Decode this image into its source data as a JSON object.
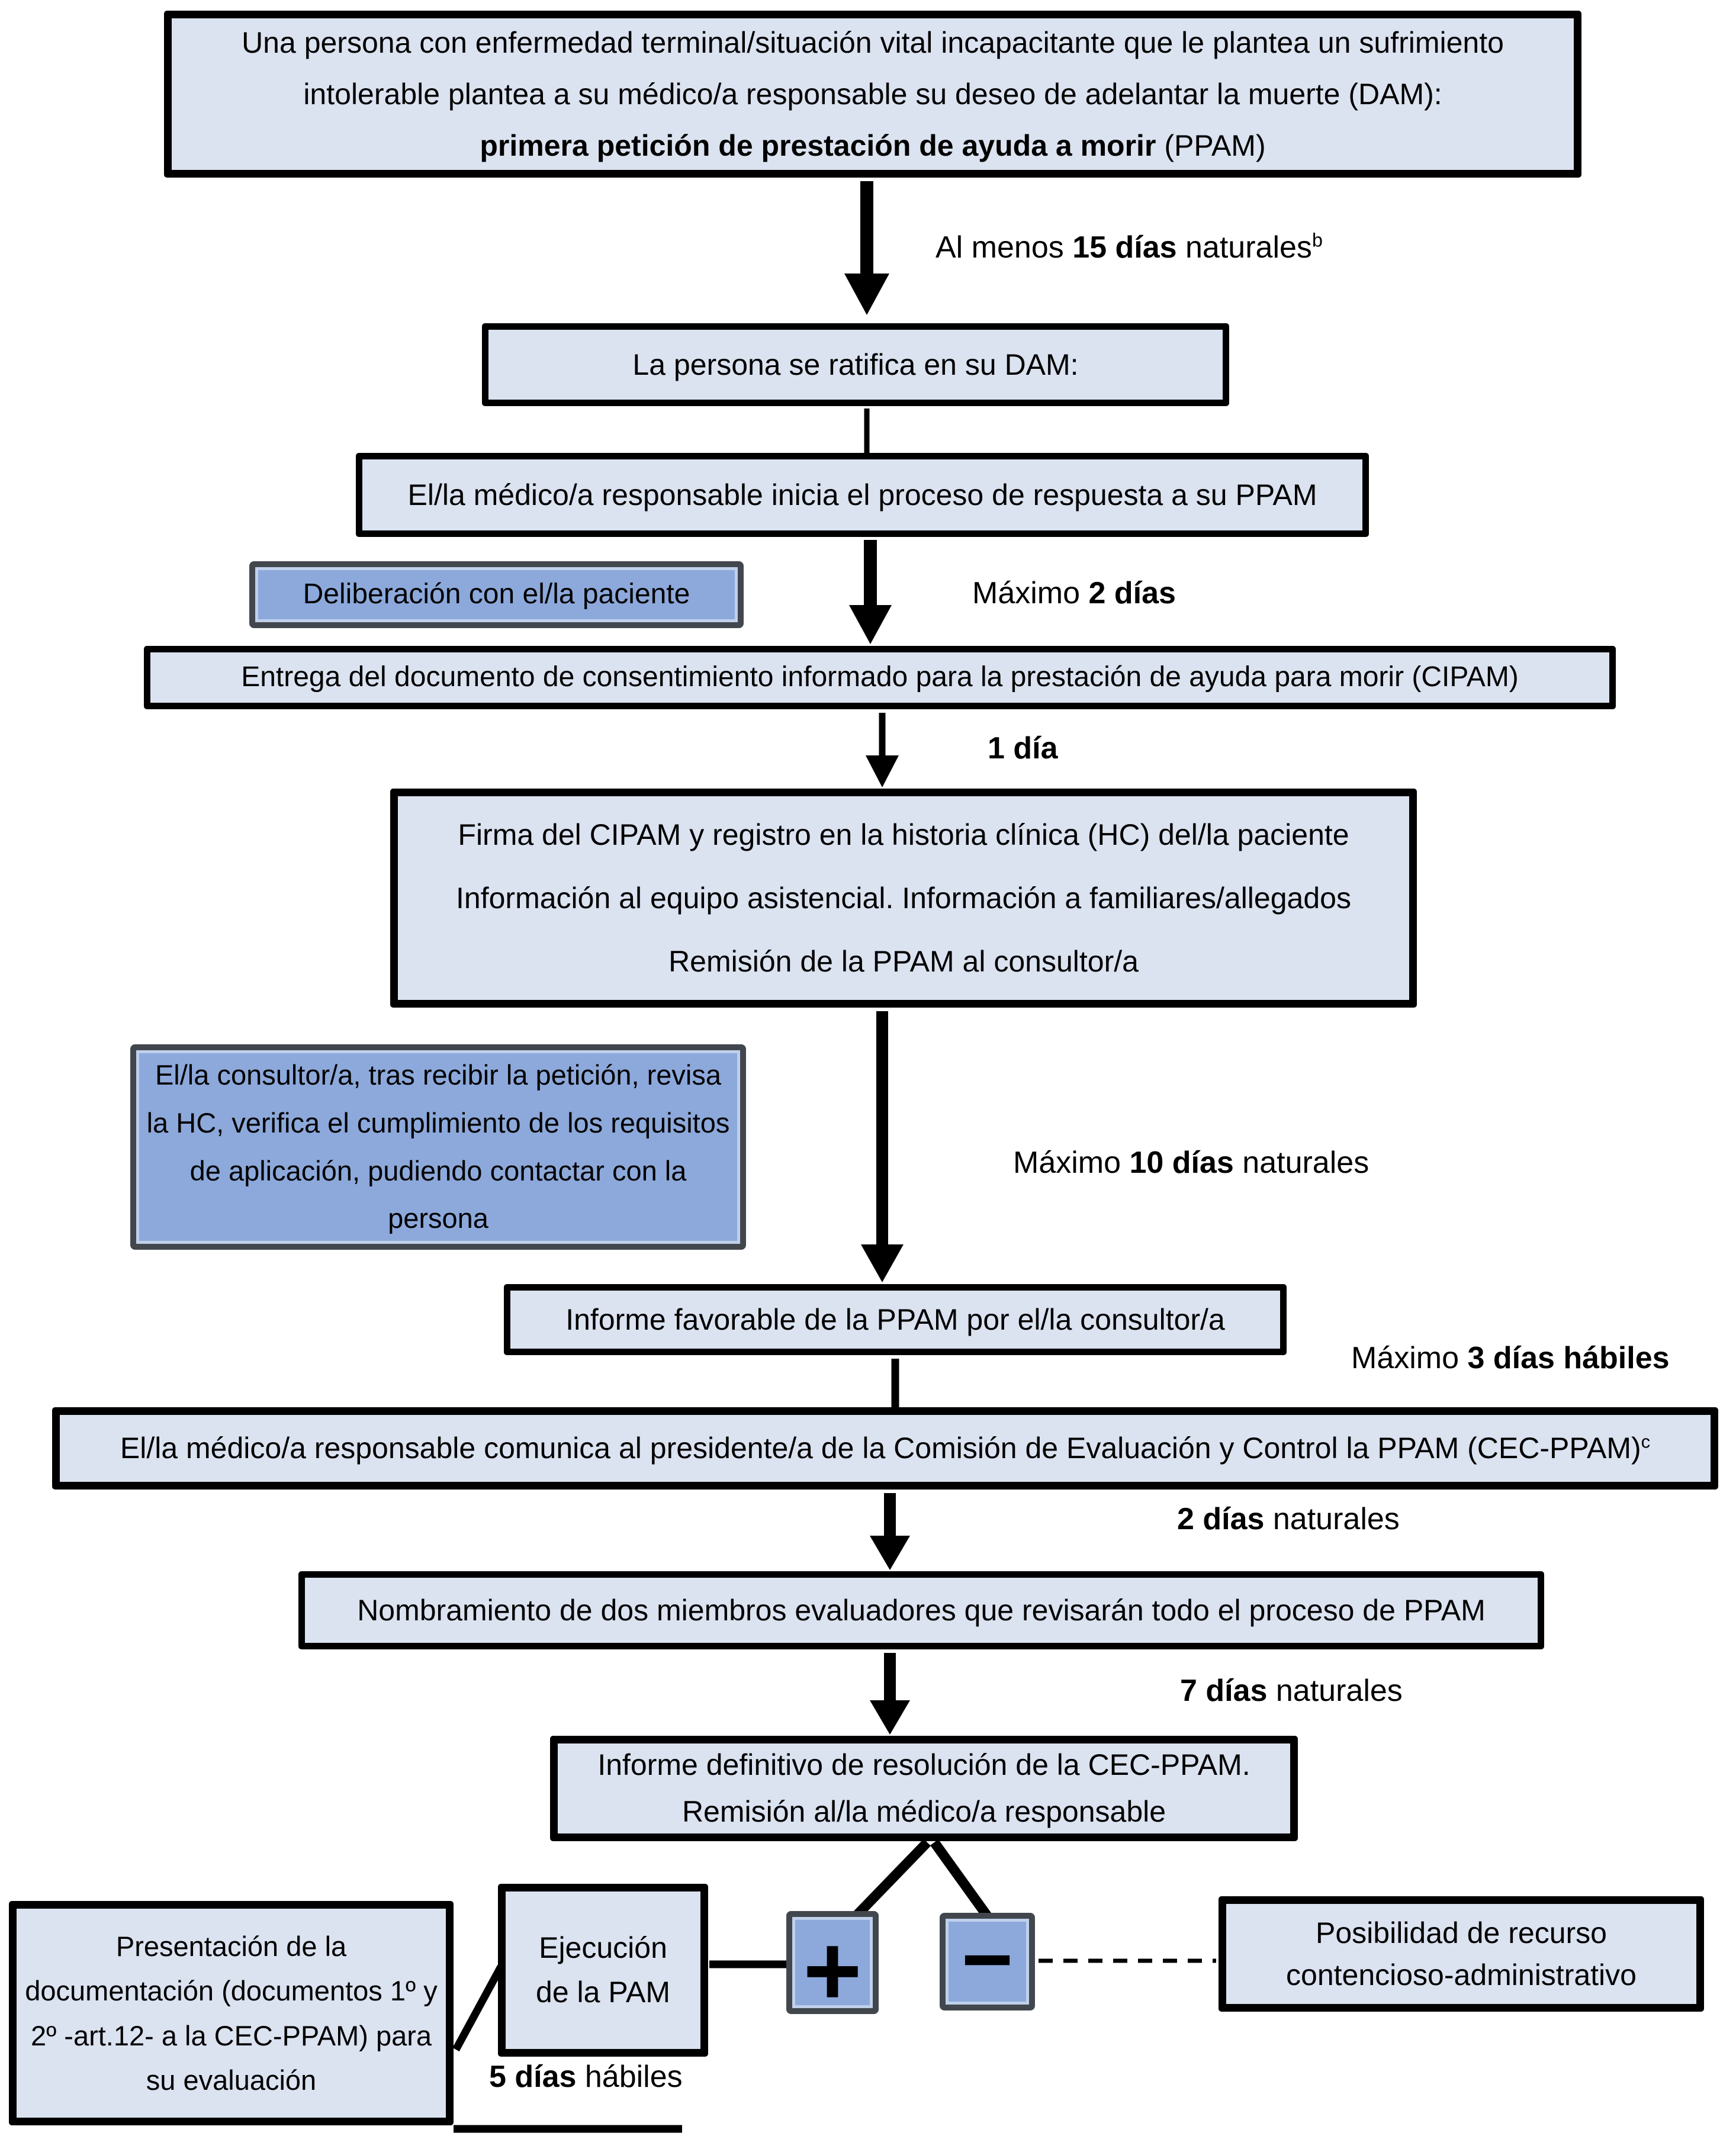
{
  "colors": {
    "box_fill_light": "#dbe2f0",
    "box_fill_dark": "#8da9db",
    "box_border_light": "#000000",
    "box_border_dark": "#42474e",
    "line_color": "#000000"
  },
  "flow": {
    "box_initial": {
      "line1": "Una persona con enfermedad terminal/situación vital incapacitante que le plantea un sufrimiento",
      "line2": "intolerable plantea a su médico/a responsable su deseo de adelantar la muerte (DAM):",
      "line3_bold": "primera petición de prestación de ayuda a morir",
      "line3_rest": " (PPAM)"
    },
    "label_15_days": {
      "pre": "Al menos ",
      "bold": "15 días",
      "post": " naturales",
      "sup": "b"
    },
    "box_ratifica": "La persona se ratifica en su DAM:",
    "box_inicia": "El/la médico/a responsable inicia el proceso de respuesta a su PPAM",
    "box_deliberacion": "Deliberación con el/la paciente",
    "label_2_days": {
      "pre": "Máximo ",
      "bold": "2 días",
      "post": ""
    },
    "box_entrega": "Entrega del documento de consentimiento informado para la prestación de ayuda para morir (CIPAM)",
    "label_1_day": {
      "pre": "",
      "bold": "1 día",
      "post": ""
    },
    "box_firma": {
      "line1": "Firma del CIPAM y registro en la historia clínica (HC) del/la paciente",
      "line2": "Información al equipo asistencial. Información a familiares/allegados",
      "line3": "Remisión de la PPAM al consultor/a"
    },
    "box_consultor": "El/la consultor/a, tras recibir la petición, revisa la HC, verifica el cumplimiento de los requisitos de aplicación, pudiendo contactar con la persona",
    "label_10_days": {
      "pre": "Máximo ",
      "bold": "10 días",
      "post": " naturales"
    },
    "box_informe_favorable": "Informe favorable de la PPAM por el/la consultor/a",
    "label_3_days": {
      "pre": "Máximo ",
      "bold": "3 días hábiles",
      "post": ""
    },
    "box_comunica": {
      "text": "El/la médico/a responsable comunica al presidente/a de la Comisión de Evaluación y Control la PPAM (CEC-PPAM)",
      "sup": "c"
    },
    "label_2_days_nat": {
      "pre": "",
      "bold": "2 días",
      "post": " naturales"
    },
    "box_nombramiento": "Nombramiento de dos miembros evaluadores que revisarán todo el proceso de PPAM",
    "label_7_days": {
      "pre": "",
      "bold": "7 días",
      "post": " naturales"
    },
    "box_informe_definitivo": {
      "line1": "Informe definitivo de resolución de la CEC-PPAM.",
      "line2": "Remisión al/la médico/a responsable"
    },
    "box_presentacion": "Presentación de la documentación (documentos 1º y 2º -art.12- a la CEC-PPAM) para su evaluación",
    "box_ejecucion": {
      "line1": "Ejecución",
      "line2": "de la PAM"
    },
    "label_5_days": {
      "pre": "",
      "bold": "5 días",
      "post": " hábiles"
    },
    "sign_positive": "+",
    "sign_negative": "−",
    "box_recurso": {
      "line1": "Posibilidad de recurso",
      "line2": "contencioso-administrativo"
    }
  }
}
